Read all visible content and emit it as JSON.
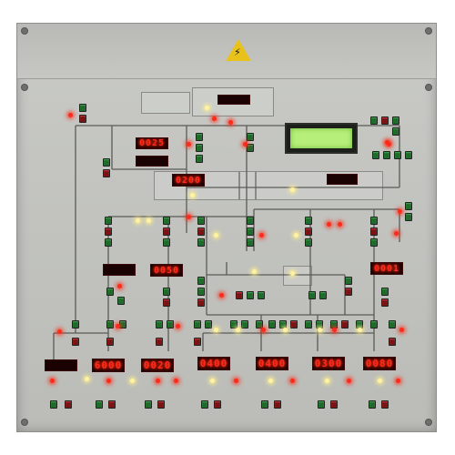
{
  "panel": {
    "colors": {
      "panel": "#c5c6c2",
      "led": "#ff2a1a",
      "lcd": "#b6f07a",
      "warning": "#e8c21a"
    },
    "warning_icon": "warning-triangle-icon",
    "lcd_text": "",
    "top_display": "",
    "displays": {
      "d1": "0025",
      "d2": "",
      "d3": "0200",
      "d4": "",
      "d5": "",
      "d6": "0050",
      "d7": "0001",
      "d8": "",
      "d9": "6000",
      "d10": "0020",
      "d11": "0400",
      "d12": "0400",
      "d13": "0300",
      "d14": "0080"
    }
  }
}
